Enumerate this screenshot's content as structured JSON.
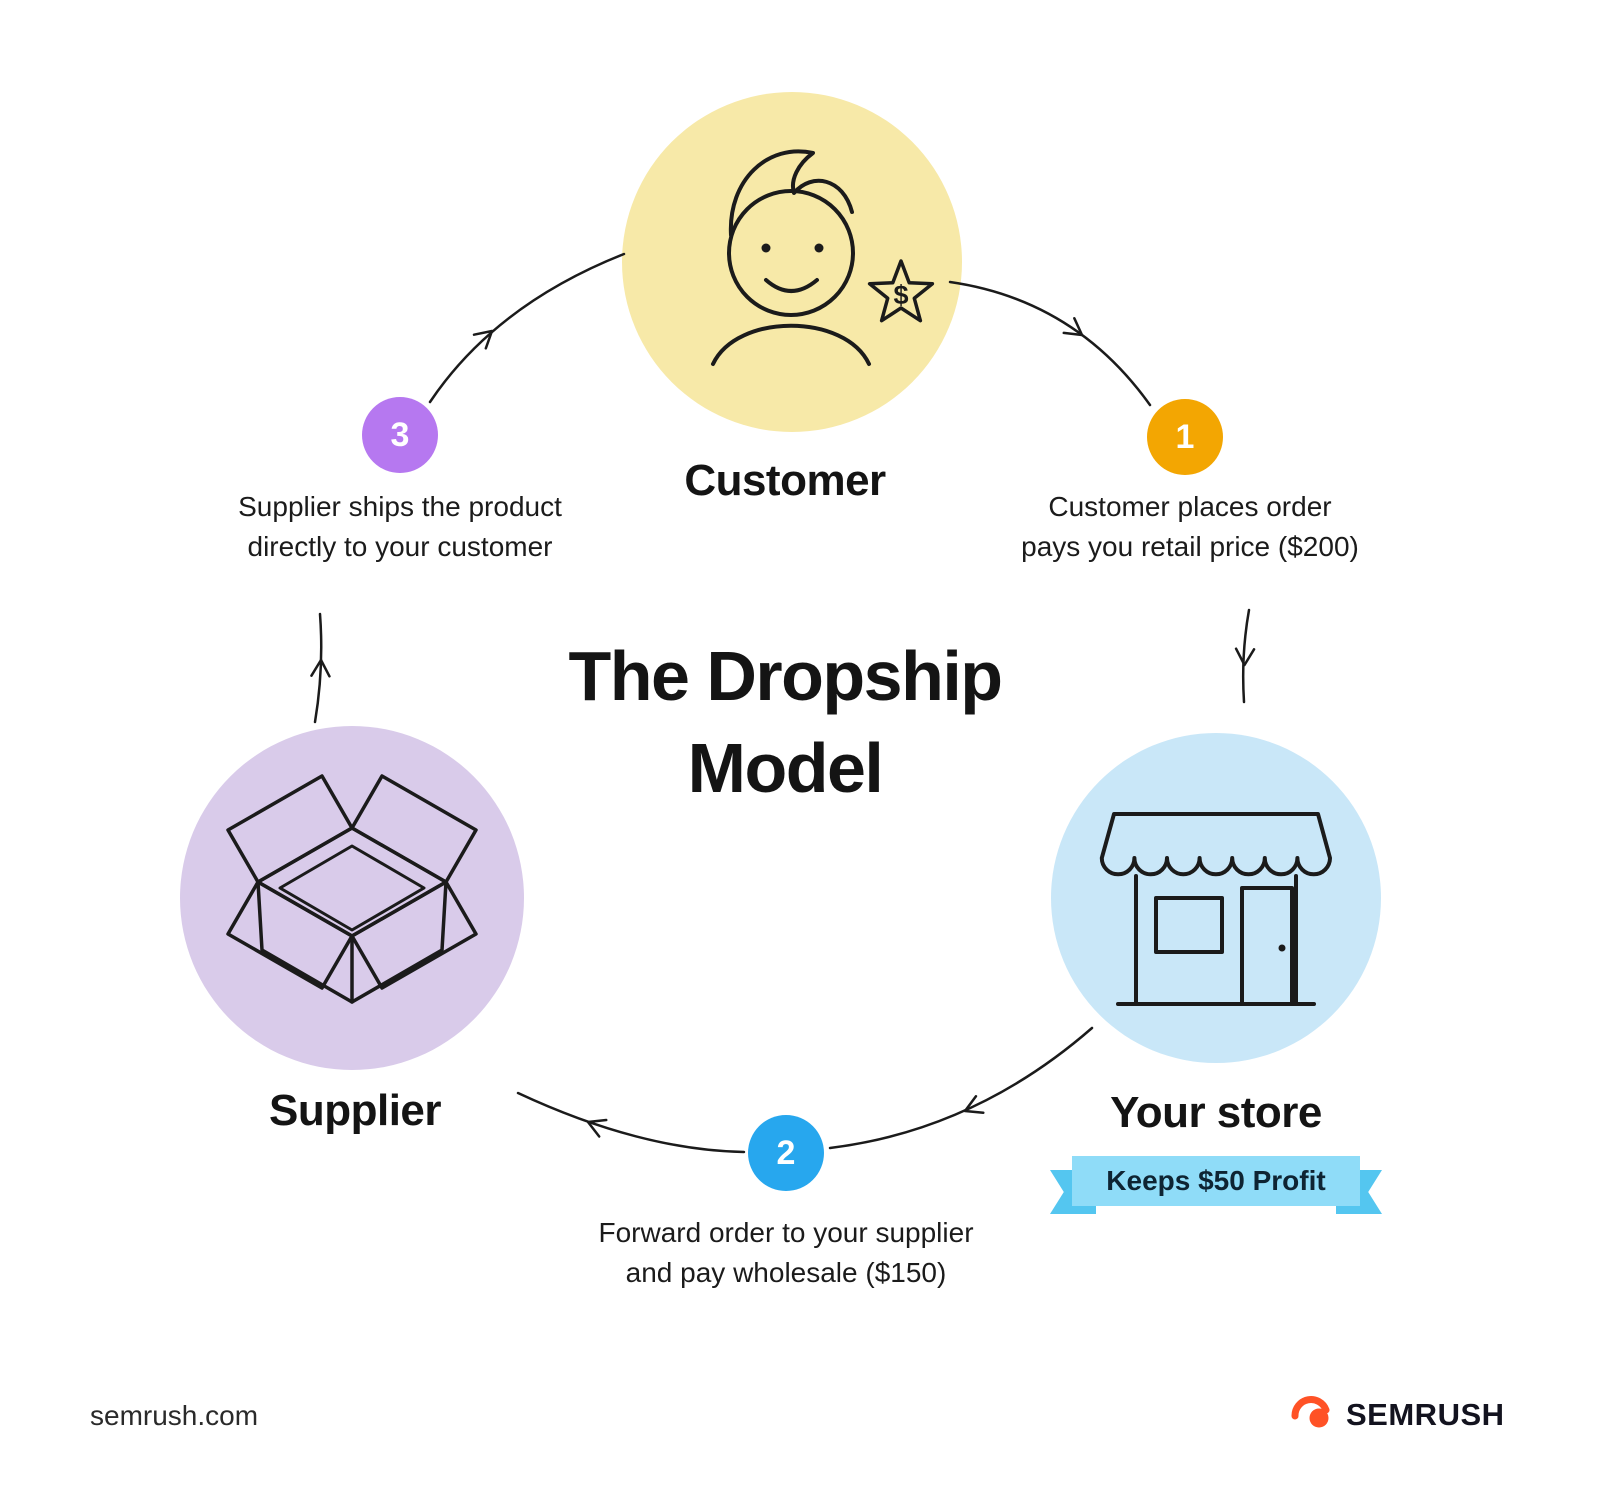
{
  "title": {
    "line1": "The Dropship",
    "line2": "Model"
  },
  "nodes": {
    "customer": {
      "label": "Customer",
      "star_symbol": "$"
    },
    "supplier": {
      "label": "Supplier"
    },
    "store": {
      "label": "Your store",
      "ribbon_text": "Keeps $50 Profit"
    }
  },
  "steps": [
    {
      "number": "1",
      "line1": "Customer places order",
      "line2": "pays you retail price ($200)"
    },
    {
      "number": "2",
      "line1": "Forward order to your supplier",
      "line2": "and pay wholesale ($150)"
    },
    {
      "number": "3",
      "line1": "Supplier ships the product",
      "line2": "directly to your customer"
    }
  ],
  "footer": {
    "website": "semrush.com",
    "brand": "SEMRUSH"
  },
  "colors": {
    "customer_circle": "#F7E9A8",
    "supplier_circle": "#D9CBEA",
    "store_circle": "#C9E7F8",
    "badge_1": "#F3A602",
    "badge_2": "#27A7EE",
    "badge_3": "#B678F0",
    "ribbon": "#8FDCF8",
    "ribbon_tail": "#54C6F0",
    "line_color": "#1B1B1B",
    "brand_orange": "#FF5226"
  }
}
